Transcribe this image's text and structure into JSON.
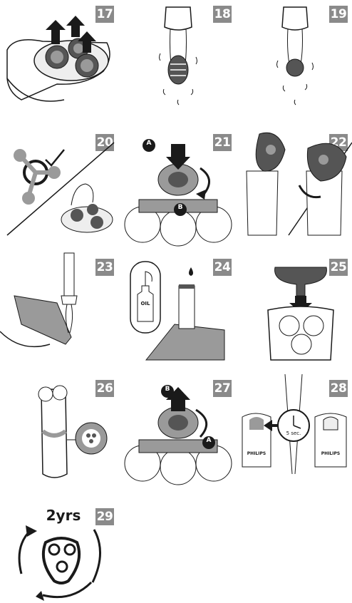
{
  "steps": [
    "17",
    "18",
    "19",
    "20",
    "21",
    "22",
    "23",
    "24",
    "25",
    "26",
    "27",
    "28",
    "29"
  ],
  "labels": {
    "marker_a": "A",
    "marker_b": "B",
    "oil": "OIL",
    "timer": "5 sec.",
    "brand": "PHILIPS",
    "interval": "2yrs"
  },
  "colors": {
    "badge": "#8a8a8a",
    "shade": "#9a9a9a",
    "dark": "#555555",
    "line": "#1a1a1a"
  }
}
